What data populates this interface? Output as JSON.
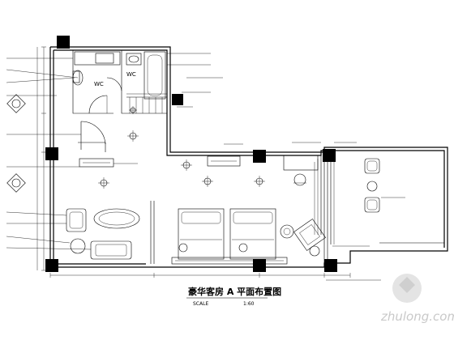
{
  "rooms": {
    "wc_1": "WC",
    "wc_2": "WC"
  },
  "title": "豪华客房 A 平面布置图",
  "scale": {
    "label": "SCALE",
    "value": "1:60"
  },
  "watermark": "zhulong.com"
}
